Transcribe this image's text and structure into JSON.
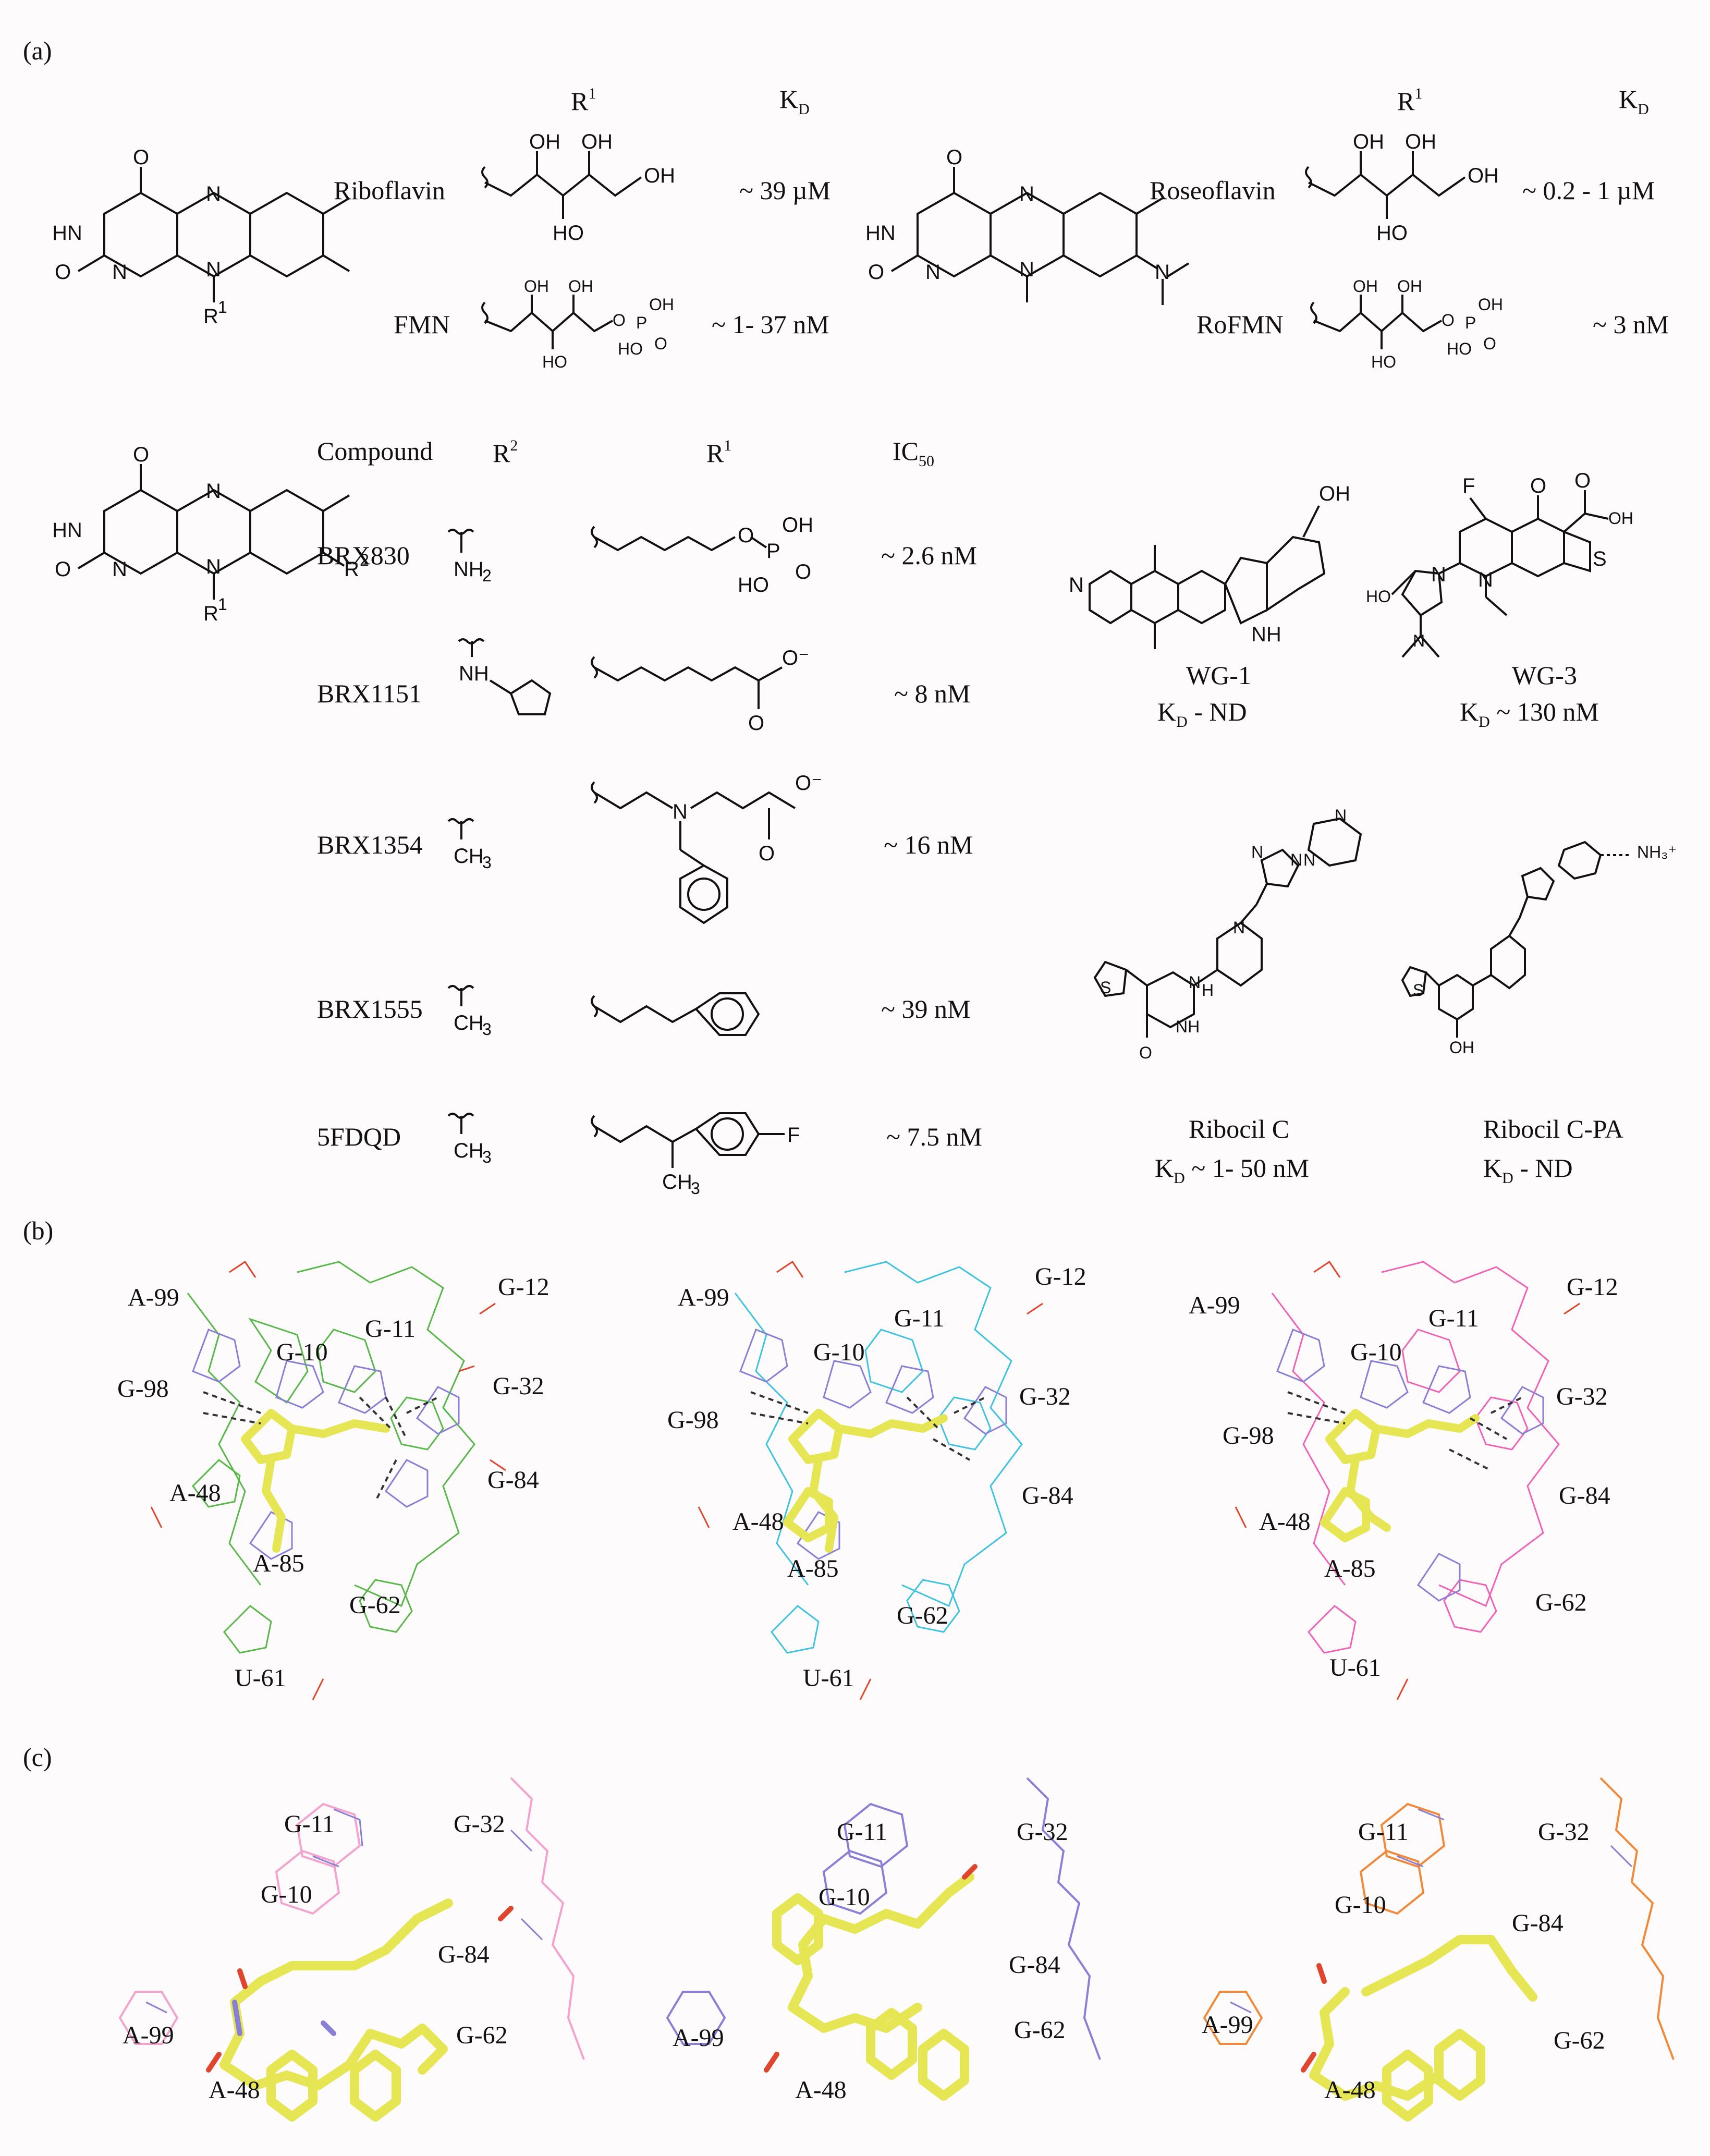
{
  "panels": {
    "a": "(a)",
    "b": "(b)",
    "c": "(c)"
  },
  "top_table": {
    "header_r1": "R",
    "header_r1_sup": "1",
    "header_kd": "K",
    "header_kd_sub": "D",
    "rows": [
      {
        "name": "Riboflavin",
        "kd": "~ 39 µM"
      },
      {
        "name": "FMN",
        "kd": "~ 1- 37 nM"
      },
      {
        "name": "Roseoflavin",
        "kd": "~ 0.2 - 1 µM"
      },
      {
        "name": "RoFMN",
        "kd": "~ 3 nM"
      }
    ]
  },
  "mid_table": {
    "header_compound": "Compound",
    "header_r2": "R",
    "header_r2_sup": "2",
    "header_r1": "R",
    "header_r1_sup": "1",
    "header_ic": "IC",
    "header_ic_sub": "50",
    "rows": [
      {
        "name": "BRX830",
        "ic50": "~ 2.6 nM"
      },
      {
        "name": "BRX1151",
        "ic50": "~ 8 nM"
      },
      {
        "name": "BRX1354",
        "ic50": "~ 16 nM"
      },
      {
        "name": "BRX1555",
        "ic50": "~  39 nM"
      },
      {
        "name": "5FDQD",
        "ic50": "~ 7.5 nM"
      }
    ]
  },
  "side_compounds": [
    {
      "name": "WG-1",
      "kd_prefix": "K",
      "kd_sub": "D",
      "kd_value": " - ND"
    },
    {
      "name": "WG-3",
      "kd_prefix": "K",
      "kd_sub": "D",
      "kd_value": " ~ 130 nM"
    },
    {
      "name": "Ribocil C",
      "kd_prefix": "K",
      "kd_sub": "D",
      "kd_value": " ~ 1- 50 nM"
    },
    {
      "name": "Ribocil C-PA",
      "kd_prefix": "K",
      "kd_sub": "D",
      "kd_value": " - ND"
    }
  ],
  "structure_atoms": {
    "O": "O",
    "N": "N",
    "HN": "HN",
    "R": "R",
    "one": "1",
    "two": "2",
    "OH": "OH",
    "HO": "HO",
    "P": "P",
    "NH2": "NH",
    "NH": "NH",
    "CH3": "CH",
    "F": "F",
    "S": "S",
    "O_minus": "O⁻",
    "H": "H",
    "NH3plus": "NH₃⁺"
  },
  "panel_b_labels": [
    "A-99",
    "G-12",
    "G-11",
    "G-10",
    "G-32",
    "G-98",
    "G-84",
    "A-48",
    "A-85",
    "G-62",
    "U-61"
  ],
  "panel_c_labels_1": [
    "G-11",
    "G-32",
    "G-10",
    "G-84",
    "A-99",
    "G-62",
    "A-48"
  ],
  "panel_c_labels_2": [
    "G-11",
    "G-32",
    "G-10",
    "G-84",
    "A-99",
    "G-62",
    "A-48"
  ],
  "panel_c_labels_3": [
    "G-11",
    "G-32",
    "G-10",
    "G-84",
    "A-99",
    "G-62",
    "A-48"
  ],
  "colors": {
    "green": "#58b84a",
    "cyan": "#3fc3e0",
    "pink": "#f062b6",
    "orange": "#f08a3a",
    "purple": "#8a7fd6",
    "light_pink": "#f4a3cf",
    "ligand_yellow": "#e6e655",
    "red": "#e0452e"
  }
}
